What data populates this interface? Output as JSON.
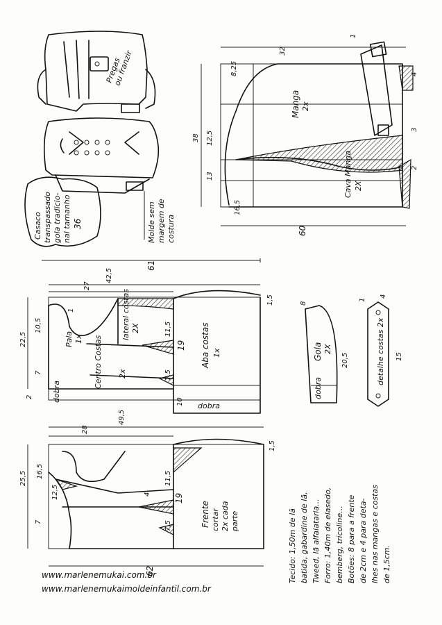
{
  "title_box": {
    "line1": "Casaco",
    "line2": "transpassado",
    "line3": "gola tradicio-",
    "line4": "nal tamanho",
    "line5": "36"
  },
  "note_no_seam": {
    "line1": "Molde sem",
    "line2": "margem de",
    "line3": "costura"
  },
  "sketch": {
    "pleat_note_1": "Pregas",
    "pleat_note_2": "ou franzir"
  },
  "sleeve": {
    "name": "Manga",
    "qty": "2x",
    "cuff_name": "Cava Manga",
    "cuff_qty": "2X",
    "m_32": "32",
    "m_38": "38",
    "m_12_5": "12,5",
    "m_13": "13",
    "m_8_25": "8,25",
    "m_16_5": "16,5",
    "m_60": "60",
    "m_61": "61",
    "m_1": "1",
    "m_2": "2",
    "m_3": "3",
    "m_4": "4"
  },
  "back": {
    "yoke_name": "Pala",
    "yoke_qty": "1x",
    "center_name": "Centro Costas",
    "center_qty": "2x",
    "side_name": "lateral costas",
    "side_qty": "2X",
    "skirt_name": "Aba costas",
    "skirt_qty": "1x",
    "fold": "dobra",
    "fold2": "dobra",
    "m_27": "27",
    "m_42_5": "42,5",
    "m_22_5": "22,5",
    "m_10_5": "10,5",
    "m_11_5": "11,5",
    "m_19": "19",
    "m_7_5": "7,5",
    "m_10": "10",
    "m_7": "7",
    "m_2": "2",
    "m_1": "1",
    "m_1_5": "1,5"
  },
  "collar": {
    "name": "Gola",
    "qty": "2X",
    "fold": "dobra",
    "m_20_5": "20,5",
    "m_8": "8"
  },
  "back_detail": {
    "name": "detalhe costas 2x",
    "m_15": "15",
    "m_4": "4",
    "m_1": "1"
  },
  "front": {
    "name": "Frente",
    "cut_1": "cortar",
    "cut_2": "2x cada",
    "cut_3": "parte",
    "m_49_5": "49,5",
    "m_28": "28",
    "m_25_5": "25,5",
    "m_16_5": "16,5",
    "m_12_5": "12,5",
    "m_11_5": "11,5",
    "m_19": "19",
    "m_7_5": "7,5",
    "m_7": "7",
    "m_62": "62",
    "m_1_5": "1,5",
    "m_4": "4"
  },
  "materials": {
    "line1": "Tecido: 1,50m de lã",
    "line2": "batida, gabardine de lã,",
    "line3": "Tweed, lã alfaiataria...",
    "line4": "Forro: 1,40m de elasedo,",
    "line5": "bemberg, tricoline...",
    "line6": "Botões: 8 para a frente",
    "line7": "de 2cm e 4 para deta-",
    "line8": "lhes nas mangas e costas",
    "line9": "de 1,5cm."
  },
  "footer": {
    "url1": "www.marlenemukai.com.br",
    "url2": "www.marlenemukaimoldeinfantil.com.br"
  }
}
